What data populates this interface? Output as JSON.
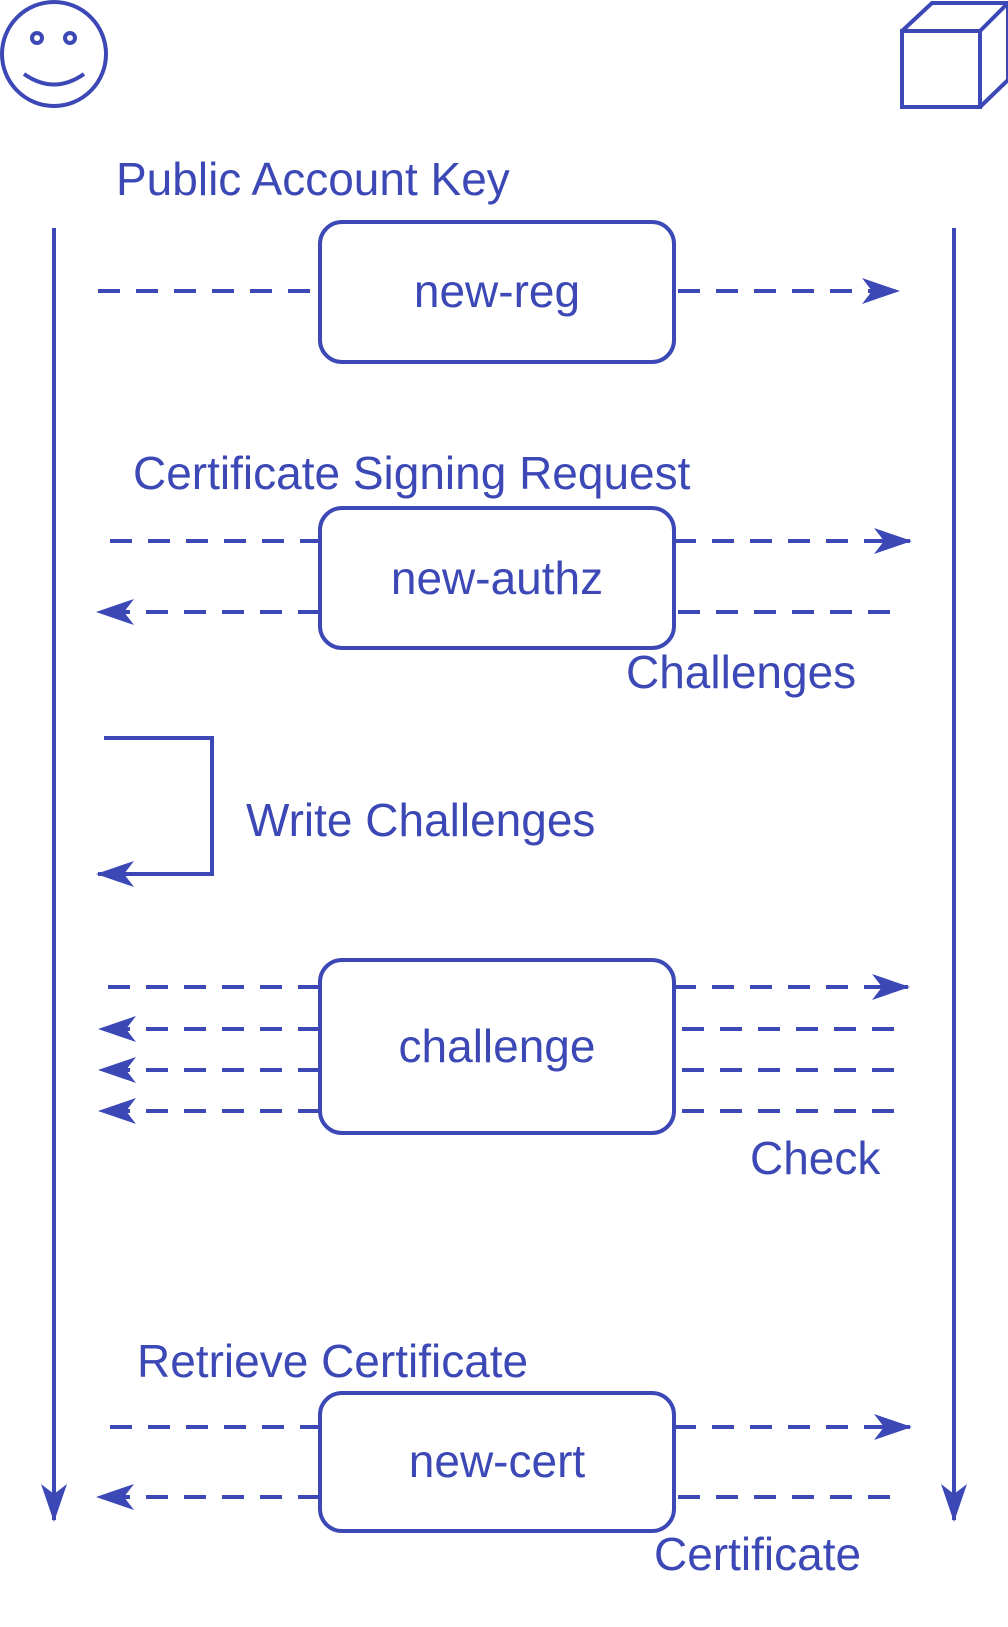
{
  "colors": {
    "stroke": "#3b48b5",
    "text": "#3b48b5",
    "background": "#ffffff"
  },
  "actors": {
    "client_icon": "smiley-face-icon",
    "server_icon": "cube-icon"
  },
  "steps": {
    "new_reg": {
      "label": "Public Account Key",
      "box": "new-reg"
    },
    "new_authz": {
      "label": "Certificate Signing Request",
      "box": "new-authz",
      "response": "Challenges"
    },
    "write": {
      "label": "Write Challenges"
    },
    "challenge": {
      "box": "challenge",
      "response": "Check"
    },
    "new_cert": {
      "label": "Retrieve Certificate",
      "box": "new-cert",
      "response": "Certificate"
    }
  }
}
